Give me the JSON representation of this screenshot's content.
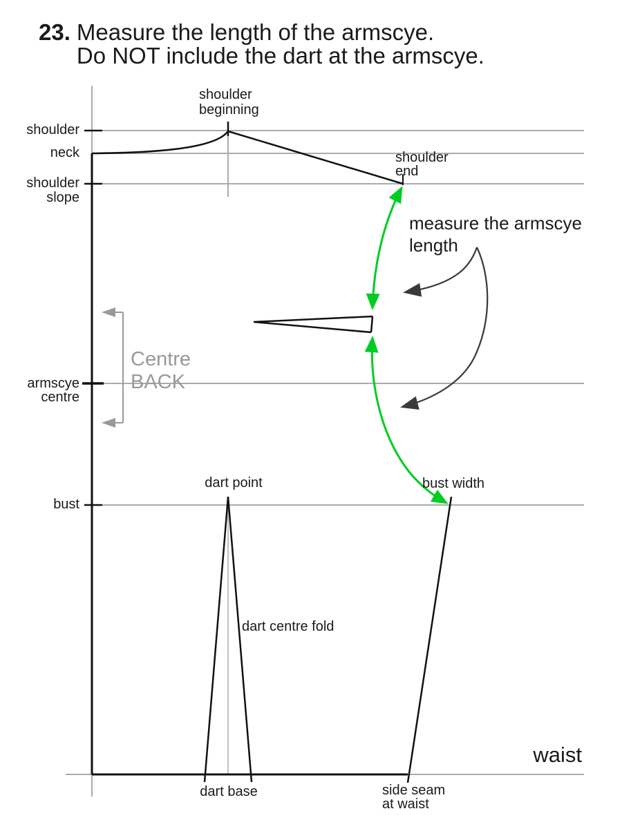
{
  "title": {
    "number": "23.",
    "text": "Measure the length of the armscye.\nDo NOT include the dart at the armscye."
  },
  "labels": {
    "shoulder": "shoulder",
    "neck": "neck",
    "shoulder_slope": "shoulder\nslope",
    "armscye_centre": "armscye\ncentre",
    "bust": "bust",
    "shoulder_beginning": "shoulder\nbeginning",
    "shoulder_end": "shoulder\nend",
    "measure_armscye": "measure the armscye\nlength",
    "centre_back": "Centre\nBACK",
    "dart_point": "dart point",
    "bust_width": "bust width",
    "dart_centre_fold": "dart centre fold",
    "dart_base": "dart base",
    "side_seam_at_waist": "side seam\nat waist",
    "waist": "waist"
  },
  "colors": {
    "measure_arrow_green": "#00cc22",
    "pointer_arrow_dark": "#3a3a3a",
    "guide_gray": "#ababab",
    "bracket_gray": "#999999",
    "centre_back_text_gray": "#999999",
    "pattern_black": "#111111"
  }
}
